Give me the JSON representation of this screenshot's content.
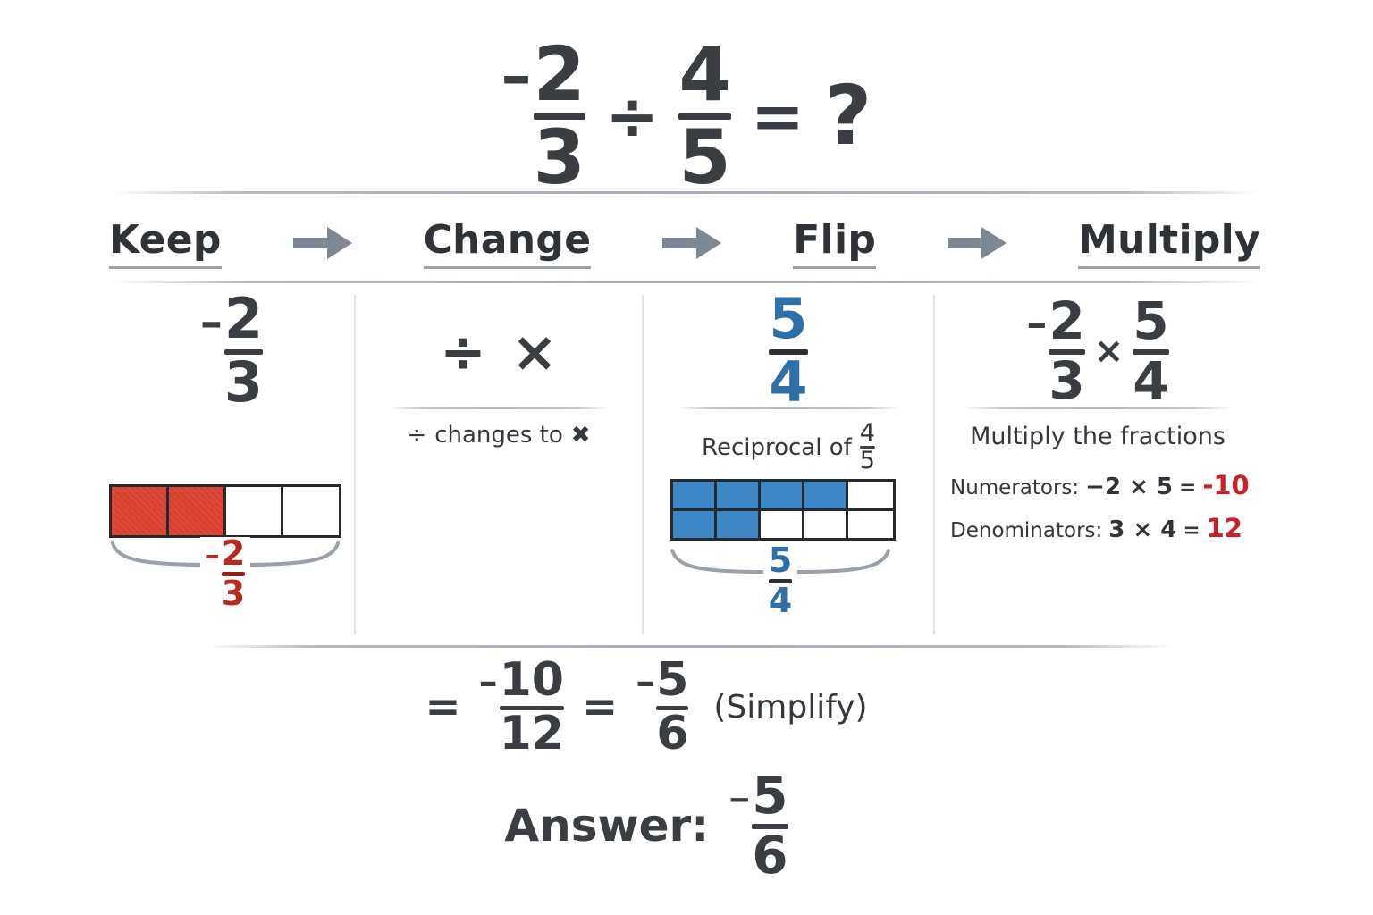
{
  "title_equation": {
    "left_fraction": {
      "sign": "–",
      "numerator": "2",
      "denominator": "3"
    },
    "divide_operator": "÷",
    "right_fraction": {
      "numerator": "4",
      "denominator": "5"
    },
    "equals": "=",
    "question_mark": "?"
  },
  "steps": [
    {
      "label": "Keep"
    },
    {
      "label": "Change"
    },
    {
      "label": "Flip"
    },
    {
      "label": "Multiply"
    }
  ],
  "arrow_separators": [
    {
      "name": "arrow-keep-to-change"
    },
    {
      "name": "arrow-change-to-flip"
    },
    {
      "name": "arrow-flip-to-multiply"
    }
  ],
  "columns": {
    "keep": {
      "expression": {
        "sign": "–",
        "numerator": "2",
        "denominator": "3"
      },
      "model": {
        "type": "bar",
        "total_cells": 4,
        "filled_cells": 2,
        "fill_color": "#d8402f",
        "cells": [
          "filled",
          "filled",
          "empty",
          "empty"
        ]
      },
      "brace_label": {
        "sign": "–",
        "numerator": "2",
        "denominator": "3"
      }
    },
    "change": {
      "operator_before": "÷",
      "operator_after": "×",
      "caption_prefix": "÷",
      "caption_text": "changes to",
      "caption_suffix": "✖"
    },
    "flip": {
      "expression": {
        "numerator": "5",
        "denominator": "4"
      },
      "expression_color": "#2e6fa8",
      "caption_text": "Reciprocal of",
      "caption_fraction": {
        "numerator": "4",
        "denominator": "5"
      },
      "model": {
        "type": "grid",
        "columns": 5,
        "rows": 2,
        "fill_color": "#3d87c6",
        "row_fills": [
          4,
          2
        ],
        "cells": [
          [
            "filled",
            "filled",
            "filled",
            "filled",
            "empty"
          ],
          [
            "filled",
            "filled",
            "empty",
            "empty",
            "empty"
          ]
        ]
      },
      "brace_label": {
        "numerator": "5",
        "denominator": "4"
      }
    },
    "multiply": {
      "expression": {
        "left": {
          "sign": "–",
          "numerator": "2",
          "denominator": "3"
        },
        "operator": "×",
        "right": {
          "numerator": "5",
          "denominator": "4"
        }
      },
      "caption_text": "Multiply the fractions",
      "lines": [
        {
          "label": "Numerators:",
          "expression": "−2 × 5",
          "equals": "=",
          "result": "-10"
        },
        {
          "label": "Denominators:",
          "expression": "3 × 4",
          "equals": "=",
          "result": "12"
        }
      ],
      "result_color": "#cc2028"
    }
  },
  "simplify_row": {
    "equals_1": "=",
    "fraction_1": {
      "sign": "–",
      "numerator": "10",
      "denominator": "12"
    },
    "equals_2": "=",
    "fraction_2": {
      "sign": "–",
      "numerator": "5",
      "denominator": "6"
    },
    "note": "(Simplify)"
  },
  "answer_row": {
    "label": "Answer:",
    "fraction": {
      "sign": "–",
      "numerator": "5",
      "denominator": "6"
    }
  }
}
